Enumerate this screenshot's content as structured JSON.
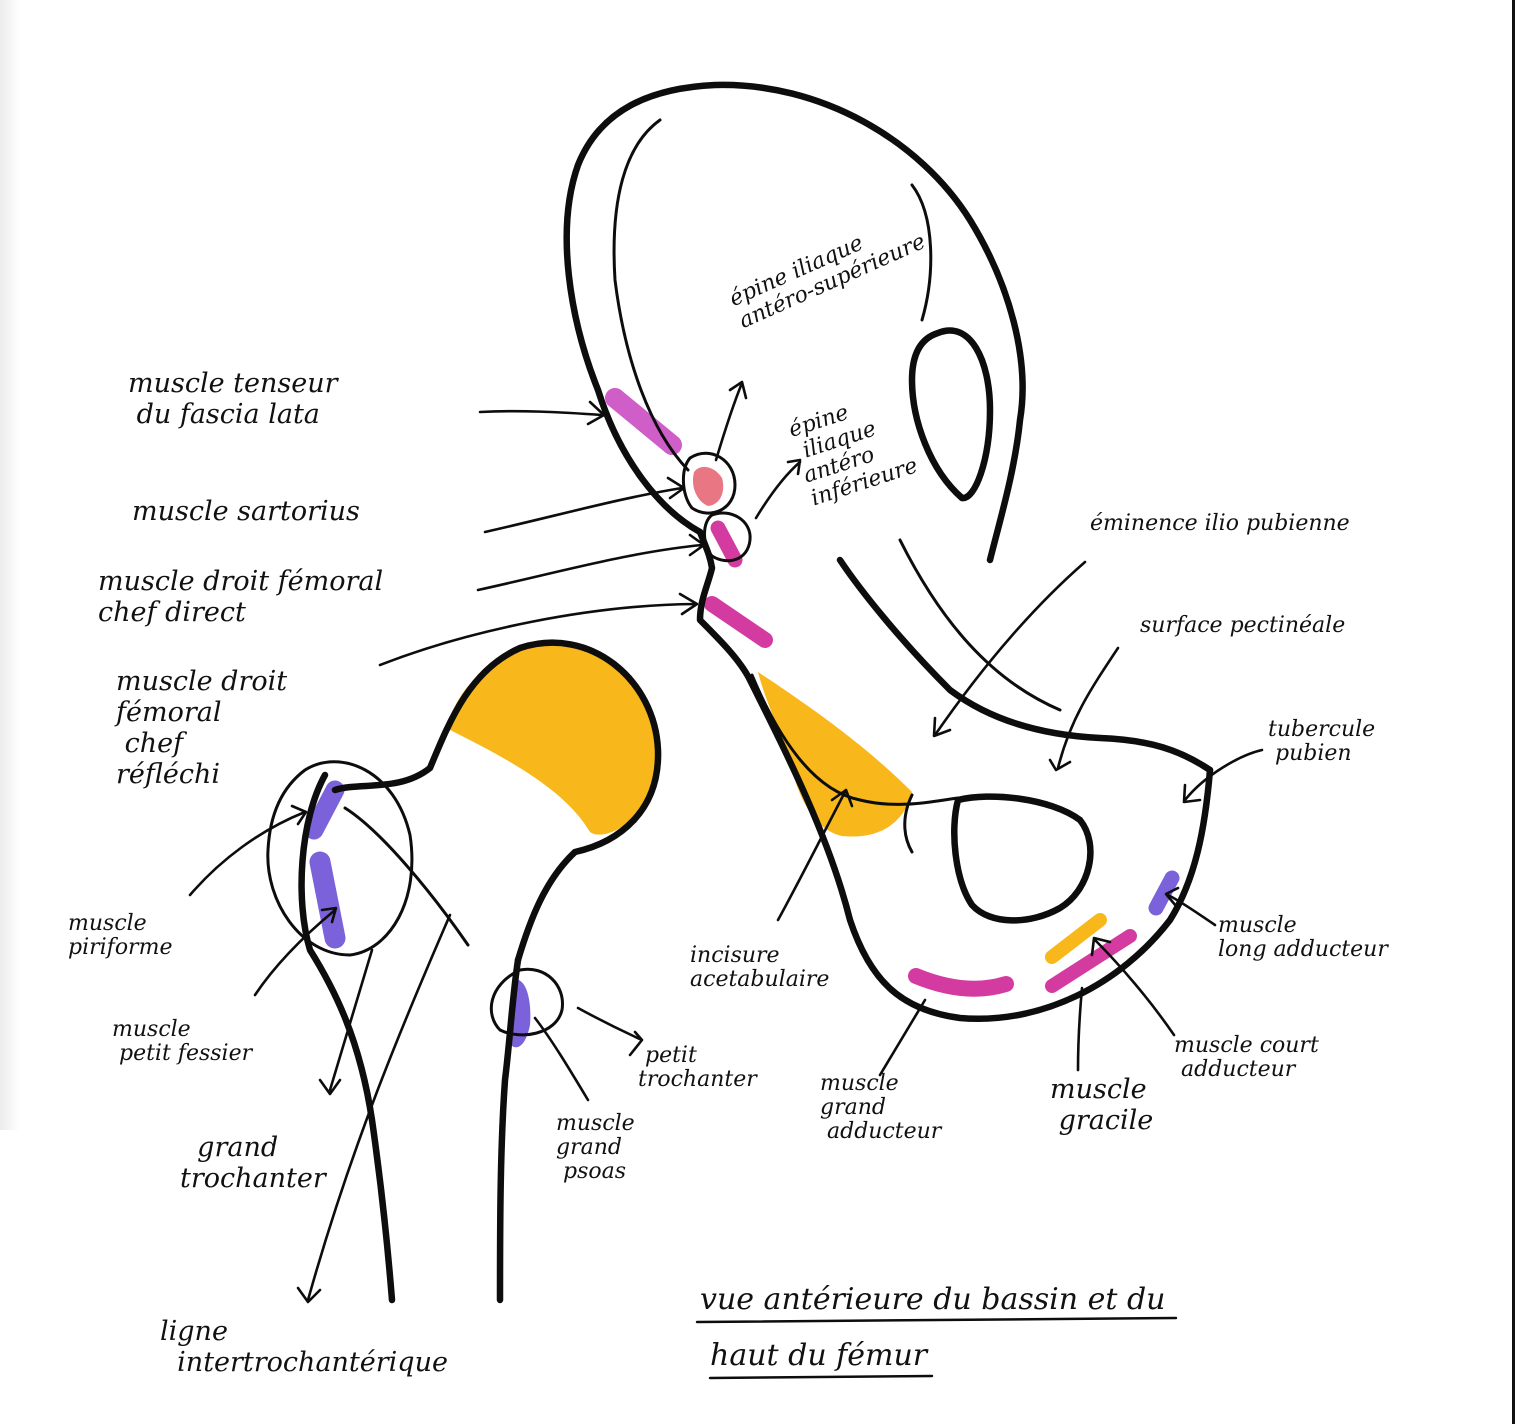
{
  "colors": {
    "ink": "#0d0d0d",
    "cartilage_yellow": "#f8b81b",
    "violet": "#7b62db",
    "pink": "#d43ba1",
    "light_pink": "#cf5ec9",
    "salmon": "#e87783"
  },
  "labels": {
    "tenseur": "muscle tenseur\n du fascia lata",
    "sartorius": "muscle sartorius",
    "droit_direct": "muscle droit fémoral\nchef direct",
    "droit_reflechi": "muscle droit\nfémoral\n chef\nréfléchi",
    "piriforme": "muscle\npiriforme",
    "petit_fessier": "muscle\n petit fessier",
    "grand_trochanter": "  grand\ntrochanter",
    "ligne_inter": "ligne\n  intertrochantérique",
    "psoas": "muscle\ngrand\n psoas",
    "petit_trochanter": " petit\ntrochanter",
    "epine_sup": "épine iliaque\nantéro-supérieure",
    "epine_inf": "épine\n iliaque\nantéro\ninférieure",
    "eminence": "éminence ilio pubienne",
    "surface_pect": "surface pectinéale",
    "tubercule": "tubercule\n pubien",
    "incisure": "incisure\nacetabulaire",
    "long_adducteur": "muscle\nlong adducteur",
    "court_adducteur": "muscle court\n adducteur",
    "grand_adducteur": "muscle\ngrand\n adducteur",
    "gracile": "muscle\n gracile"
  },
  "title": {
    "line1": "vue antérieure du bassin et du",
    "line2": "haut du fémur"
  }
}
